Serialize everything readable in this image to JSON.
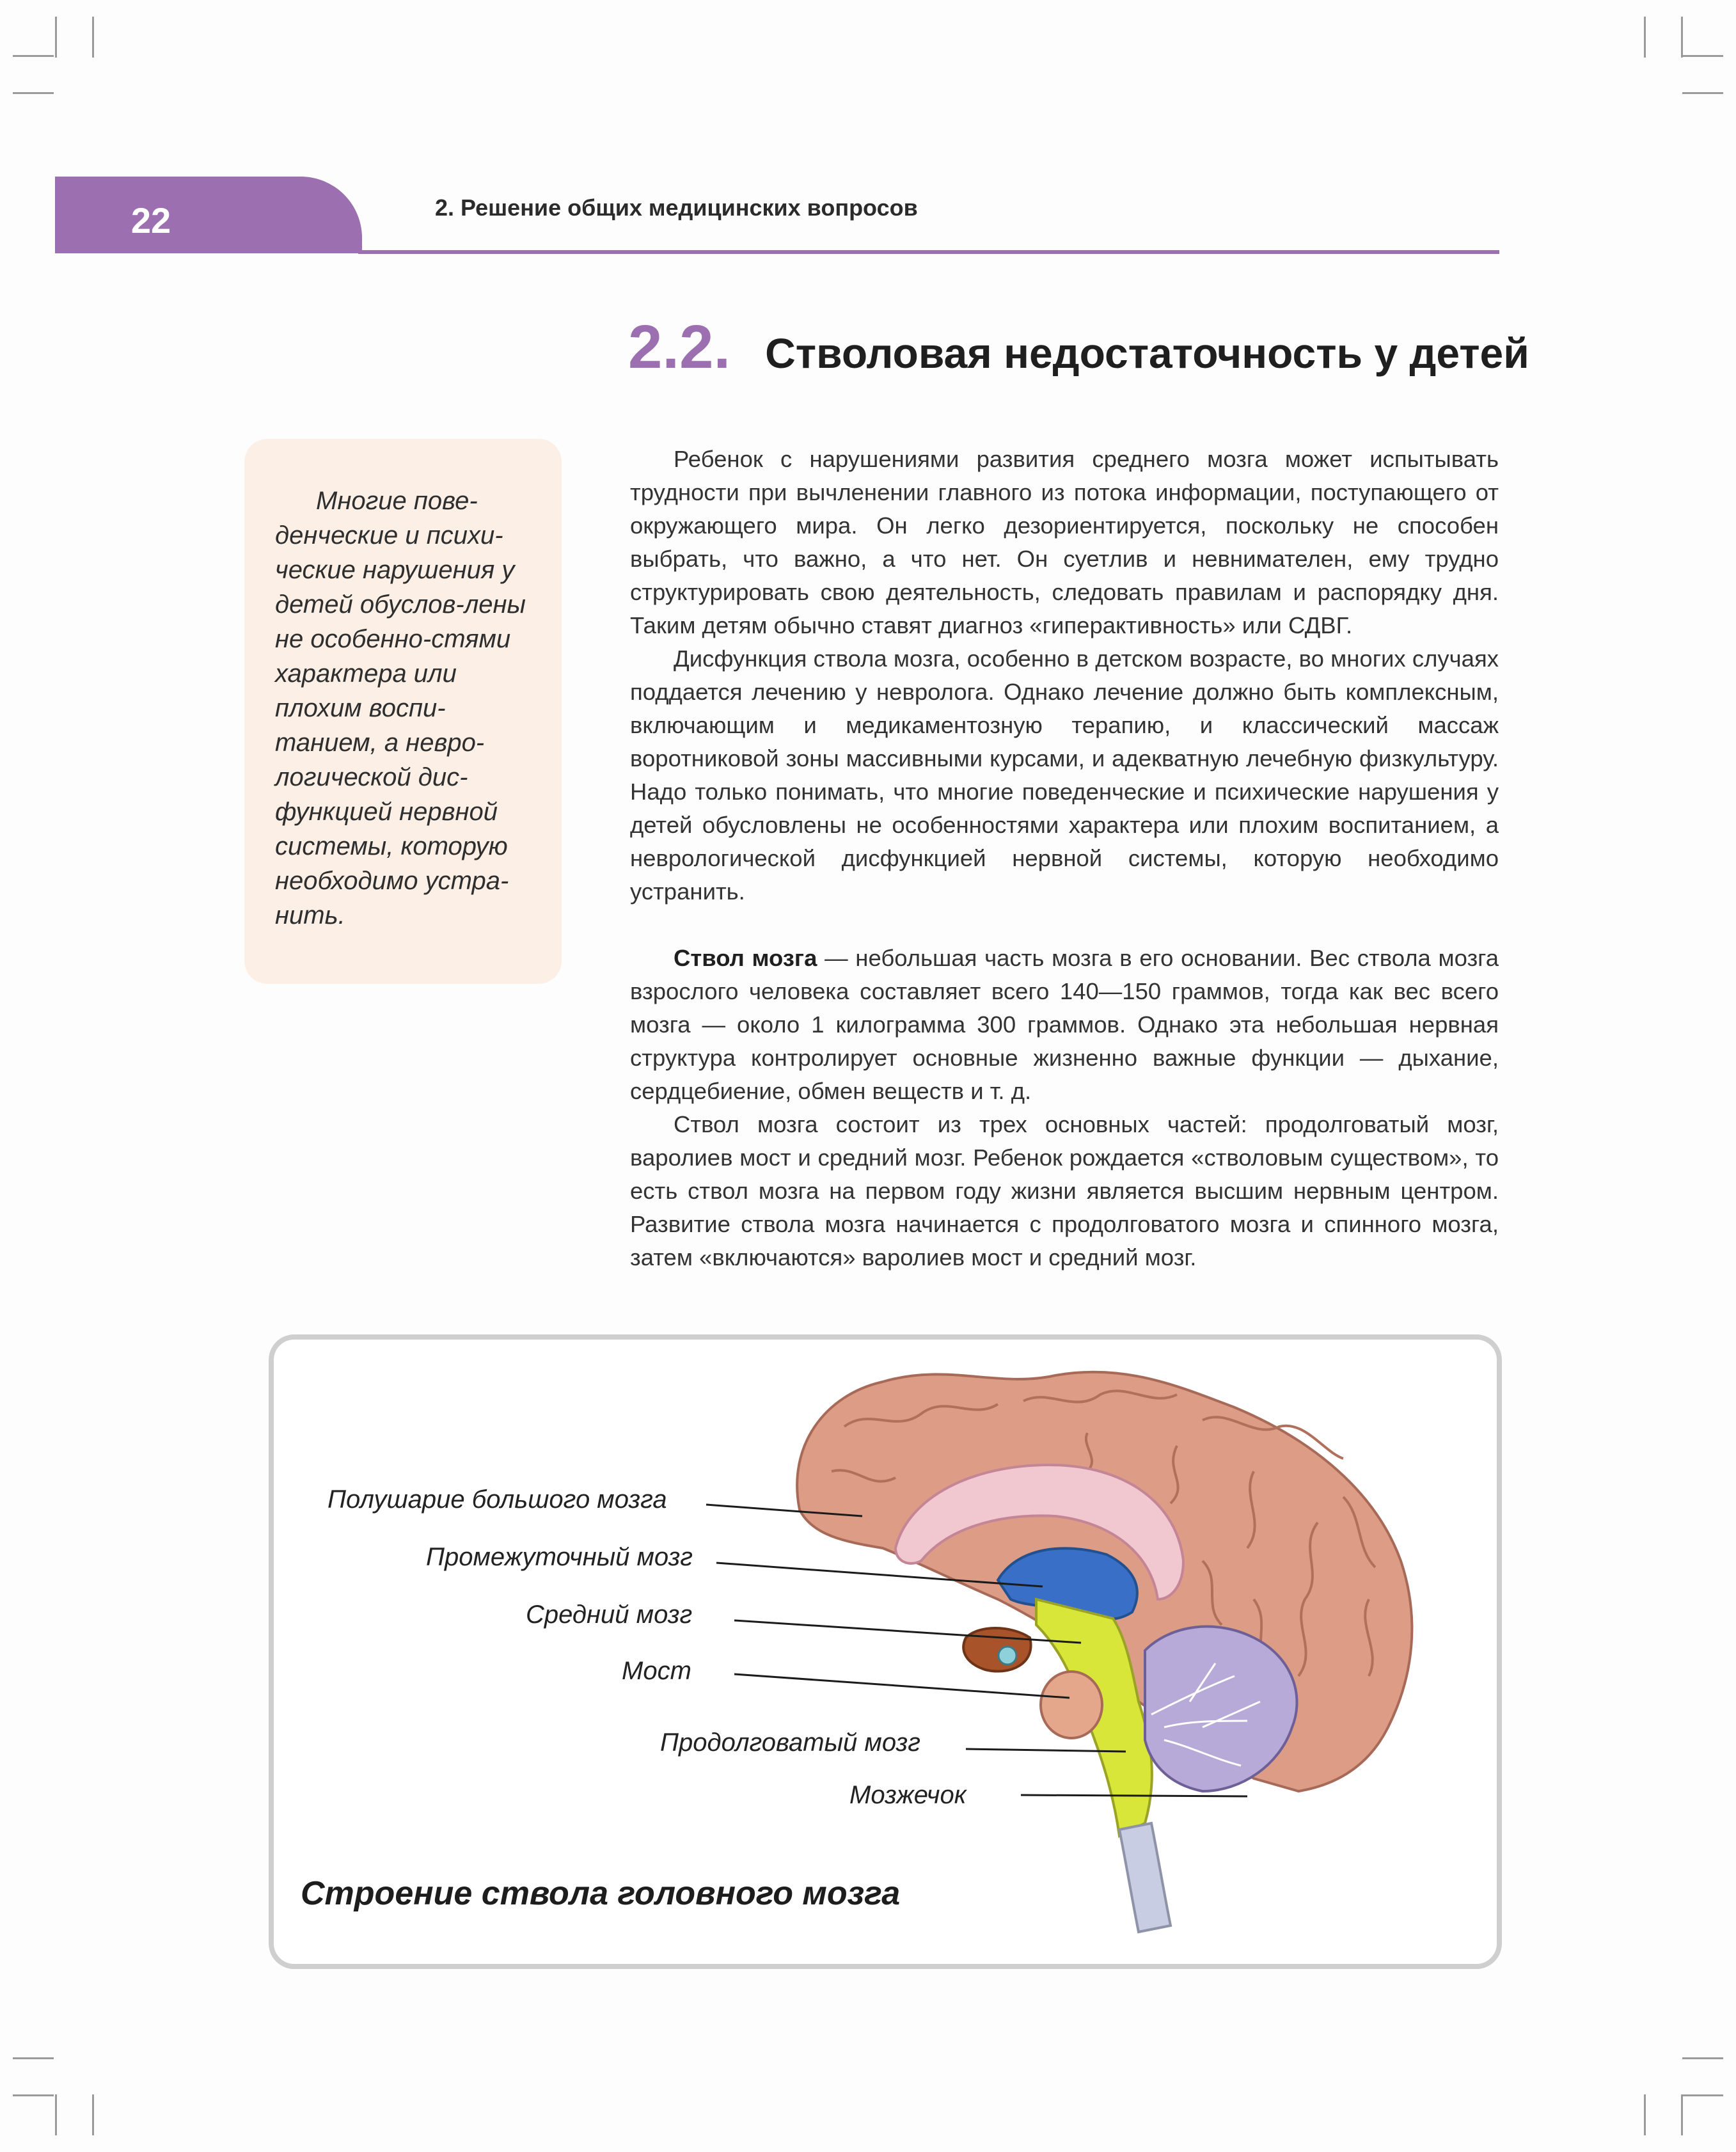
{
  "header": {
    "page_number": "22",
    "chapter_title": "2. Решение общих  медицинских вопросов"
  },
  "section": {
    "number": "2.2.",
    "title": "Стволовая недостаточность у детей"
  },
  "sidebar": {
    "quote": "Многие пове-денческие и психи-ческие нарушения у детей обуслов-лены не особенно-стями характера или плохим воспи-танием, а невро-логической дис-функцией нервной системы, которую необходимо устра-нить."
  },
  "body": {
    "paragraphs_1": [
      "Ребенок с нарушениями развития среднего мозга может испытывать трудности при вычленении главного из потока информации, поступающего от окружающего мира. Он легко дезориентируется, поскольку не способен выбрать, что важно, а что нет. Он суетлив и невнимателен, ему трудно структурировать свою деятельность, следовать правилам и распорядку дня. Таким детям обычно ставят диагноз «гиперактивность» или СДВГ.",
      "Дисфункция ствола мозга, особенно в детском возрасте, во многих случаях поддается лечению у невролога. Однако лечение должно быть комплексным, включающим и медикаментозную терапию, и классический массаж воротниковой зоны массивными курсами, и адекватную лечебную физкультуру. Надо только понимать, что многие поведенческие и психические нарушения у детей обусловлены не особенностями характера или плохим воспитанием, а неврологической дисфункцией нервной системы, которую необходимо устранить."
    ],
    "term": "Ствол мозга",
    "term_definition": " — небольшая часть мозга в его основании. Вес ствола мозга взрослого человека составляет всего 140—150 граммов, тогда как вес всего мозга — около 1 килограмма 300 граммов. Однако эта небольшая нервная структура контролирует основные жизненно важные функции — дыхание, сердцебиение, обмен веществ и т. д.",
    "paragraph_parts": "Ствол мозга состоит из трех основных частей: продолговатый мозг, варолиев мост и средний мозг. Ребенок рождается «стволовым существом», то есть ствол мозга на первом году жизни является высшим нервным центром. Развитие ствола мозга начинается с продолговатого мозга и спинного мозга, затем «включаются» варолиев мост и средний мозг."
  },
  "figure": {
    "labels": {
      "hemisphere": "Полушарие большого мозга",
      "diencephalon": "Промежуточный мозг",
      "midbrain": "Средний мозг",
      "pons": "Мост",
      "medulla": "Продолговатый мозг",
      "cerebellum": "Мозжечок"
    },
    "caption": "Строение ствола головного мозга"
  },
  "colors": {
    "accent": "#9b6fb0",
    "sidebar_bg": "#fbefe6",
    "cortex": "#d99a86",
    "diencephalon": "#3b6fc7",
    "brainstem": "#d8e63a",
    "cerebellum": "#b7a8d8"
  }
}
